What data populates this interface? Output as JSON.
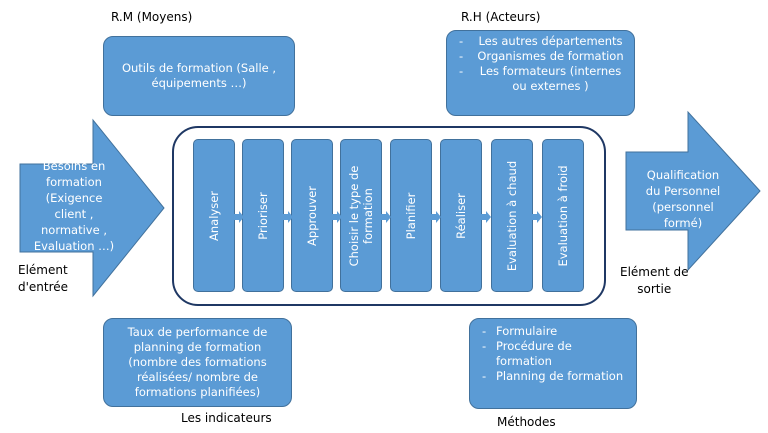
{
  "labels": {
    "rm": "R.M (Moyens)",
    "rh": "R.H (Acteurs)",
    "element_entree": [
      "Elément",
      "d'entrée"
    ],
    "element_sortie": [
      "Elément de",
      "sortie"
    ],
    "indicateurs": "Les indicateurs",
    "methodes": "Méthodes"
  },
  "boxes": {
    "outils": [
      "Outils de formation (Salle ,",
      "équipements …)"
    ],
    "acteurs": [
      "Les autres départements",
      "Organismes de formation",
      "Les formateurs (internes ou externes )"
    ],
    "indicateurs": [
      "Taux de performance de",
      "planning de formation",
      "(nombre des formations",
      "réalisées/ nombre de",
      "formations planifiées)"
    ],
    "methodes": [
      "Formulaire",
      "Procédure de formation",
      "Planning de formation"
    ]
  },
  "input_arrow": [
    "Besoins en",
    "formation",
    "(Exigence",
    "client ,",
    "normative ,",
    "Evaluation …)"
  ],
  "output_arrow": [
    "Qualification",
    "du Personnel",
    "(personnel",
    "formé)"
  ],
  "steps": [
    "Analyser",
    "Prioriser",
    "Approuver",
    "Choisir le type de formation",
    "Planifier",
    "Réaliser",
    "Evaluation à chaud",
    "Evaluation à froid"
  ],
  "colors": {
    "box_fill": "#5b9bd5",
    "box_border": "#41719c",
    "frame_border": "#1f3864"
  }
}
